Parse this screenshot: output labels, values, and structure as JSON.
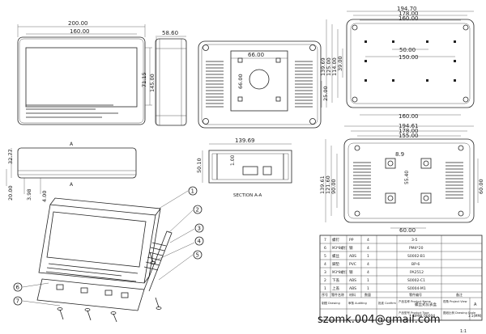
{
  "dims": {
    "front_width_outer": "200.00",
    "front_width_inner": "160.00",
    "side_depth": "58.60",
    "front_height_inner": "71.15",
    "front_height_outer": "145.00",
    "back_w1": "194.70",
    "back_w2": "178.00",
    "back_w3": "160.00",
    "back_h1": "139.69",
    "back_h2": "125.00",
    "back_h3": "114.00",
    "back_h4": "39.00",
    "back_inner_w": "50.00",
    "back_inner_w2": "150.00",
    "back_bottom_w": "160.00",
    "back_h5": "25.00",
    "top_view_w": "66.00",
    "top_view_h": "66.00",
    "low_h1": "32.77",
    "low_h2": "20.00",
    "low_d1": "3.98",
    "low_d2": "4.00",
    "section_w": "139.69",
    "section_h": "50.10",
    "section_t": "1.00",
    "bottom_w1": "194.61",
    "bottom_w2": "178.00",
    "bottom_w3": "155.00",
    "bottom_w4": "60.00",
    "bottom_h1": "139.61",
    "bottom_h2": "121.60",
    "bottom_h3": "90.00",
    "bottom_h4": "60.00",
    "bottom_h5": "55.40",
    "bottom_d": "8.9"
  },
  "labels": {
    "section_name": "SECTION A-A",
    "section_mark": "A",
    "email": "szomk.004@gmail.com",
    "scale_fraction": "1:1",
    "view_letter": "A"
  },
  "callouts": [
    "1",
    "2",
    "3",
    "4",
    "5",
    "6",
    "7"
  ],
  "bom": {
    "rows": [
      {
        "no": "7",
        "name": "螺钉",
        "mat": "PP",
        "qty": "4",
        "code": "3-5"
      },
      {
        "no": "6",
        "name": "M3*8螺钉",
        "mat": "钢",
        "qty": "4",
        "code": "PM4*20"
      },
      {
        "no": "5",
        "name": "螺丝",
        "mat": "ABS",
        "qty": "1",
        "code": "S0002-B1"
      },
      {
        "no": "4",
        "name": "脚垫",
        "mat": "PVC",
        "qty": "4",
        "code": "BP-6"
      },
      {
        "no": "3",
        "name": "M3*8螺钉",
        "mat": "钢",
        "qty": "4",
        "code": "PA2512"
      },
      {
        "no": "2",
        "name": "下盖",
        "mat": "ABS",
        "qty": "1",
        "code": "S0002-C1"
      },
      {
        "no": "1",
        "name": "上盖",
        "mat": "ABS",
        "qty": "1",
        "code": "S0004-M1"
      }
    ],
    "header": {
      "no": "序号",
      "name": "零件名称",
      "mat": "材料",
      "qty": "数量",
      "code": "零件编号",
      "remark": "备注"
    },
    "title_labels": {
      "drawing": "制图 Drawing",
      "auditing": "审核 Auditing",
      "confirm": "批准 Confirm",
      "product_name_label": "产品名称 Product Name",
      "product_name": "螺丝式仪表盒",
      "project_view_label": "视角 Project View",
      "product_type_label": "产品型号 Product Type",
      "product_type": "BMW 00004",
      "drawing_scale_label": "图纸比例 Drawing Scale",
      "drawing_scale": "1:1(MM)"
    }
  }
}
